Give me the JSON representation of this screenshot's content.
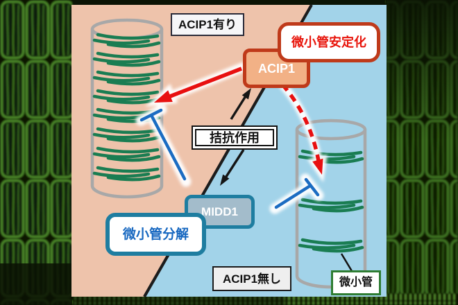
{
  "panel": {
    "left_label": "ACIP1有り",
    "right_label": "ACIP1無し"
  },
  "callouts": {
    "acip1": "ACIP1",
    "stabilization": "微小管安定化",
    "antagonism": "拮抗作用",
    "midd1": "MIDD1",
    "decomposition": "微小管分解",
    "microtubule": "微小管"
  },
  "icons": {
    "stabilization_arrow": "red-solid-arrow",
    "lost_stabilization_arrow": "red-dashed-arrow",
    "antagonism_arrows": "black-double-arrows",
    "inhibition_symbol": "blue-t-bar"
  },
  "colors": {
    "panel_left_bg": "#EEC3AB",
    "panel_right_bg": "#A2D3E9",
    "acip1_border": "#BF3A1A",
    "acip1_fill": "#F2B186",
    "stabilization_text": "#E8150B",
    "midd1_border": "#1E7DA0",
    "midd1_fill": "#A3BCCB",
    "decomposition_text": "#1667C0",
    "microtubule_green": "#1A7D52",
    "microtubule_label_border": "#2E7D32",
    "inhibition_blue": "#1B6CC2",
    "arrow_red": "#E81010",
    "background_fluorescence": "#4E8C2B"
  }
}
